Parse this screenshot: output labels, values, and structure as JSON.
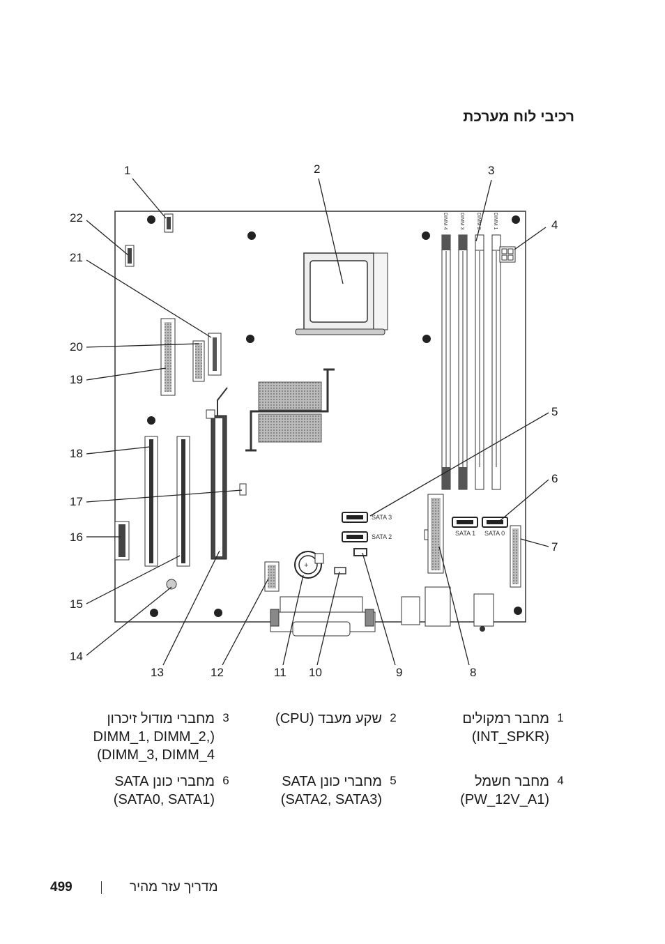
{
  "heading": "רכיבי לוח מערכת",
  "board_labels": {
    "dimm4": "DIMM 4",
    "dimm3": "DIMM 3",
    "dimm2": "DIMM 2",
    "dimm1": "DIMM 1",
    "sata3": "SATA 3",
    "sata2": "SATA 2",
    "sata1": "SATA 1",
    "sata0": "SATA 0"
  },
  "callouts": {
    "n1": "1",
    "n2": "2",
    "n3": "3",
    "n4": "4",
    "n5": "5",
    "n6": "6",
    "n7": "7",
    "n8": "8",
    "n9": "9",
    "n10": "10",
    "n11": "11",
    "n12": "12",
    "n13": "13",
    "n14": "14",
    "n15": "15",
    "n16": "16",
    "n17": "17",
    "n18": "18",
    "n19": "19",
    "n20": "20",
    "n21": "21",
    "n22": "22"
  },
  "legend": [
    [
      {
        "num": "1",
        "text": "מחבר רמקולים (INT_SPKR)"
      },
      {
        "num": "2",
        "text": "שקע מעבד (CPU)"
      },
      {
        "num": "3",
        "text": "מחברי מודול זיכרון (DIMM_1, DIMM_2, DIMM_3, DIMM_4)"
      }
    ],
    [
      {
        "num": "4",
        "text": "מחבר חשמל (PW_12V_A1)"
      },
      {
        "num": "5",
        "text": "מחברי כונן SATA (SATA2, SATA3)"
      },
      {
        "num": "6",
        "text": "מחברי כונן SATA (SATA0, SATA1)"
      }
    ]
  ],
  "footer": {
    "page_number": "499",
    "guide_title": "מדריך עזר מהיר"
  }
}
